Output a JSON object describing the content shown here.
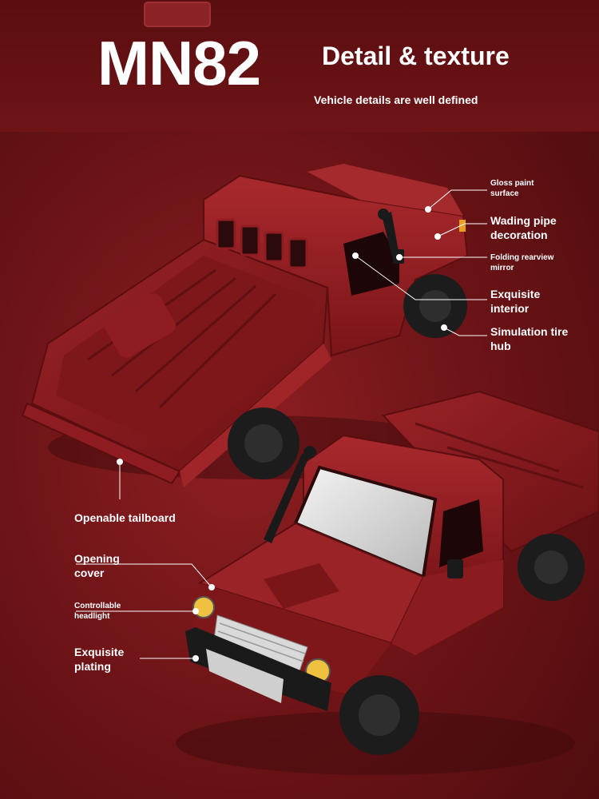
{
  "header": {
    "model": "MN82",
    "heading": "Detail & texture",
    "subtitle": "Vehicle details are well defined"
  },
  "callouts": {
    "gloss_paint": [
      "Gloss paint",
      "surface"
    ],
    "wading_pipe": [
      "Wading pipe",
      "decoration"
    ],
    "folding_mirror": [
      "Folding rearview",
      "mirror"
    ],
    "exquisite_interior": [
      "Exquisite",
      "interior"
    ],
    "simulation_tire": [
      "Simulation tire",
      "hub"
    ],
    "tailboard": "Openable tailboard",
    "opening_cover": [
      "Opening",
      "cover"
    ],
    "headlight": [
      "Controllable",
      "headlight"
    ],
    "plating": [
      "Exquisite",
      "plating"
    ]
  },
  "colors": {
    "body_red": "#8f1c20",
    "background": "#6e1417",
    "text": "#ffffff"
  }
}
